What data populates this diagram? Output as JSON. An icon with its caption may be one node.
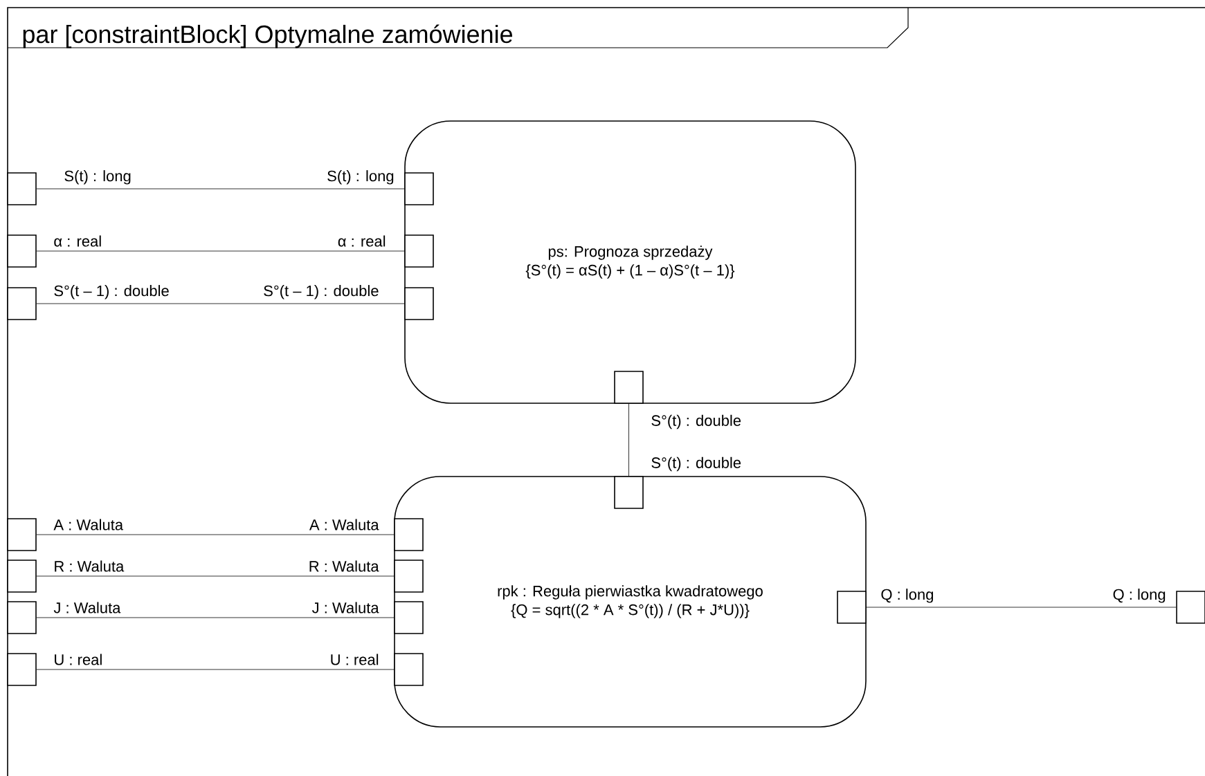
{
  "diagram": {
    "title": "par [constraintBlock] Optymalne zamówienie",
    "nodes": [
      {
        "text": [
          "ps: Prognoza sprzedaży",
          "{S°(t) = αS(t) + (1 – α)S°(t – 1)}"
        ]
      },
      {
        "text": [
          "rpk : Reguła pierwiastka kwadratowego",
          "{Q = sqrt((2 * A * S°(t)) / (R + J*U))}"
        ]
      },
      {
        "text": [],
        "shape": "box",
        "beside": [
          "S(t) : long"
        ]
      },
      {
        "text": [],
        "shape": "box",
        "beside": [
          "α : real"
        ]
      },
      {
        "text": [],
        "shape": "box",
        "beside": [
          "S°(t – 1) :  double"
        ]
      },
      {
        "text": [],
        "shape": "box",
        "beside": [
          "S(t) : long"
        ],
        "in": 0
      },
      {
        "text": [],
        "shape": "box",
        "beside": [
          "α : real"
        ],
        "in": 0
      },
      {
        "text": [],
        "shape": "box",
        "beside": [
          "S°(t – 1) :  double"
        ],
        "in": 0
      },
      {
        "text": [],
        "shape": "box",
        "beside": [
          "S°(t) : double"
        ],
        "in": 0
      },
      {
        "text": [],
        "shape": "box",
        "beside": [
          "S°(t) : double"
        ],
        "in": 1
      },
      {
        "text": [],
        "shape": "box",
        "beside": [
          "A : Waluta"
        ]
      },
      {
        "text": [],
        "shape": "box",
        "beside": [
          "R : Waluta"
        ]
      },
      {
        "text": [],
        "shape": "box",
        "beside": [
          "J : Waluta"
        ]
      },
      {
        "text": [],
        "shape": "box",
        "beside": [
          "U : real"
        ]
      },
      {
        "text": [],
        "shape": "box",
        "beside": [
          "A : Waluta"
        ],
        "in": 1
      },
      {
        "text": [],
        "shape": "box",
        "beside": [
          "R : Waluta"
        ],
        "in": 1
      },
      {
        "text": [],
        "shape": "box",
        "beside": [
          "J : Waluta"
        ],
        "in": 1
      },
      {
        "text": [],
        "shape": "box",
        "beside": [
          "U : real"
        ],
        "in": 1
      },
      {
        "text": [],
        "shape": "box",
        "beside": [
          "Q : long"
        ],
        "in": 1
      },
      {
        "text": [],
        "shape": "box",
        "beside": [
          "Q : long"
        ]
      }
    ],
    "edges": [
      {
        "from": 2,
        "to": 5,
        "arrow": "none"
      },
      {
        "from": 3,
        "to": 6,
        "arrow": "none"
      },
      {
        "from": 4,
        "to": 7,
        "arrow": "none"
      },
      {
        "from": 8,
        "to": 9,
        "arrow": "none"
      },
      {
        "from": 10,
        "to": 14,
        "arrow": "none"
      },
      {
        "from": 11,
        "to": 15,
        "arrow": "none"
      },
      {
        "from": 12,
        "to": 16,
        "arrow": "none"
      },
      {
        "from": 13,
        "to": 17,
        "arrow": "none"
      },
      {
        "from": 18,
        "to": 19,
        "arrow": "none"
      }
    ]
  }
}
